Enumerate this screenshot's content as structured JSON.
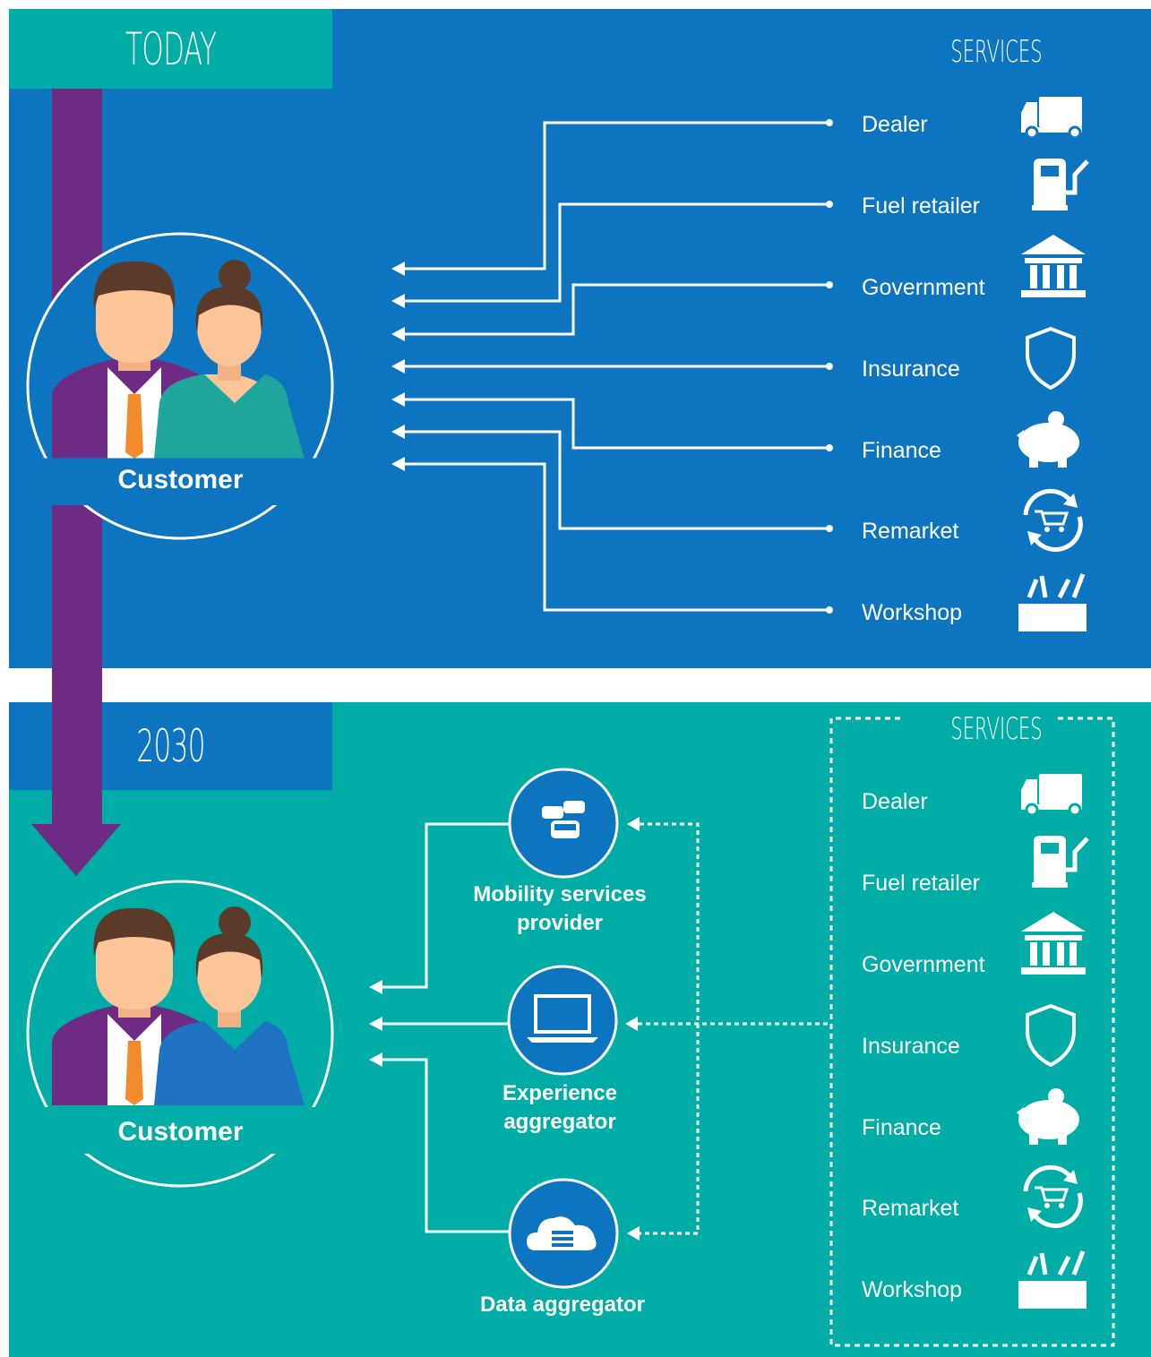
{
  "today": {
    "banner": "TODAY",
    "services_title": "SERVICES",
    "customer_label": "Customer",
    "services": [
      {
        "label": "Dealer",
        "icon": "truck-icon"
      },
      {
        "label": "Fuel retailer",
        "icon": "fuel-pump-icon"
      },
      {
        "label": "Government",
        "icon": "government-building-icon"
      },
      {
        "label": "Insurance",
        "icon": "shield-icon"
      },
      {
        "label": "Finance",
        "icon": "piggy-bank-icon"
      },
      {
        "label": "Remarket",
        "icon": "cart-cycle-icon"
      },
      {
        "label": "Workshop",
        "icon": "toolbox-icon"
      }
    ]
  },
  "future": {
    "banner": "2030",
    "services_title": "SERVICES",
    "customer_label": "Customer",
    "aggregators": [
      {
        "label_line1": "Mobility services",
        "label_line2": "provider",
        "icon": "cars-icon"
      },
      {
        "label_line1": "Experience",
        "label_line2": "aggregator",
        "icon": "laptop-icon"
      },
      {
        "label_line1": "Data aggregator",
        "label_line2": "",
        "icon": "cloud-icon"
      }
    ],
    "services": [
      {
        "label": "Dealer",
        "icon": "truck-icon"
      },
      {
        "label": "Fuel retailer",
        "icon": "fuel-pump-icon"
      },
      {
        "label": "Government",
        "icon": "government-building-icon"
      },
      {
        "label": "Insurance",
        "icon": "shield-icon"
      },
      {
        "label": "Finance",
        "icon": "piggy-bank-icon"
      },
      {
        "label": "Remarket",
        "icon": "cart-cycle-icon"
      },
      {
        "label": "Workshop",
        "icon": "toolbox-icon"
      }
    ]
  },
  "colors": {
    "blue": "#0d74c0",
    "teal": "#00ada6",
    "purple": "#6d2b84",
    "skin": "#fbc598",
    "hair": "#5b3a29",
    "tie": "#f28b2c",
    "white": "#ffffff"
  }
}
